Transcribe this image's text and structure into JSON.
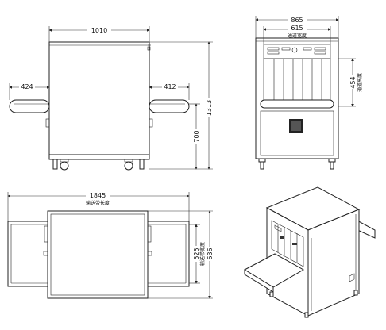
{
  "front_view": {
    "dims": {
      "overall_width": "1010",
      "left_conveyor": "424",
      "right_conveyor": "412",
      "total_height": "1313",
      "body_height": "700"
    }
  },
  "side_view": {
    "dims": {
      "overall_width": "865",
      "tunnel_width": "615",
      "tunnel_width_label": "通道宽度",
      "tunnel_height": "454",
      "tunnel_height_label": "通道高度"
    }
  },
  "top_view": {
    "dims": {
      "conveyor_length": "1845",
      "conveyor_length_label": "输送带长度",
      "belt_width": "525",
      "belt_width_label": "输送带宽度",
      "overall_depth": "636"
    }
  },
  "iso_view": {}
}
